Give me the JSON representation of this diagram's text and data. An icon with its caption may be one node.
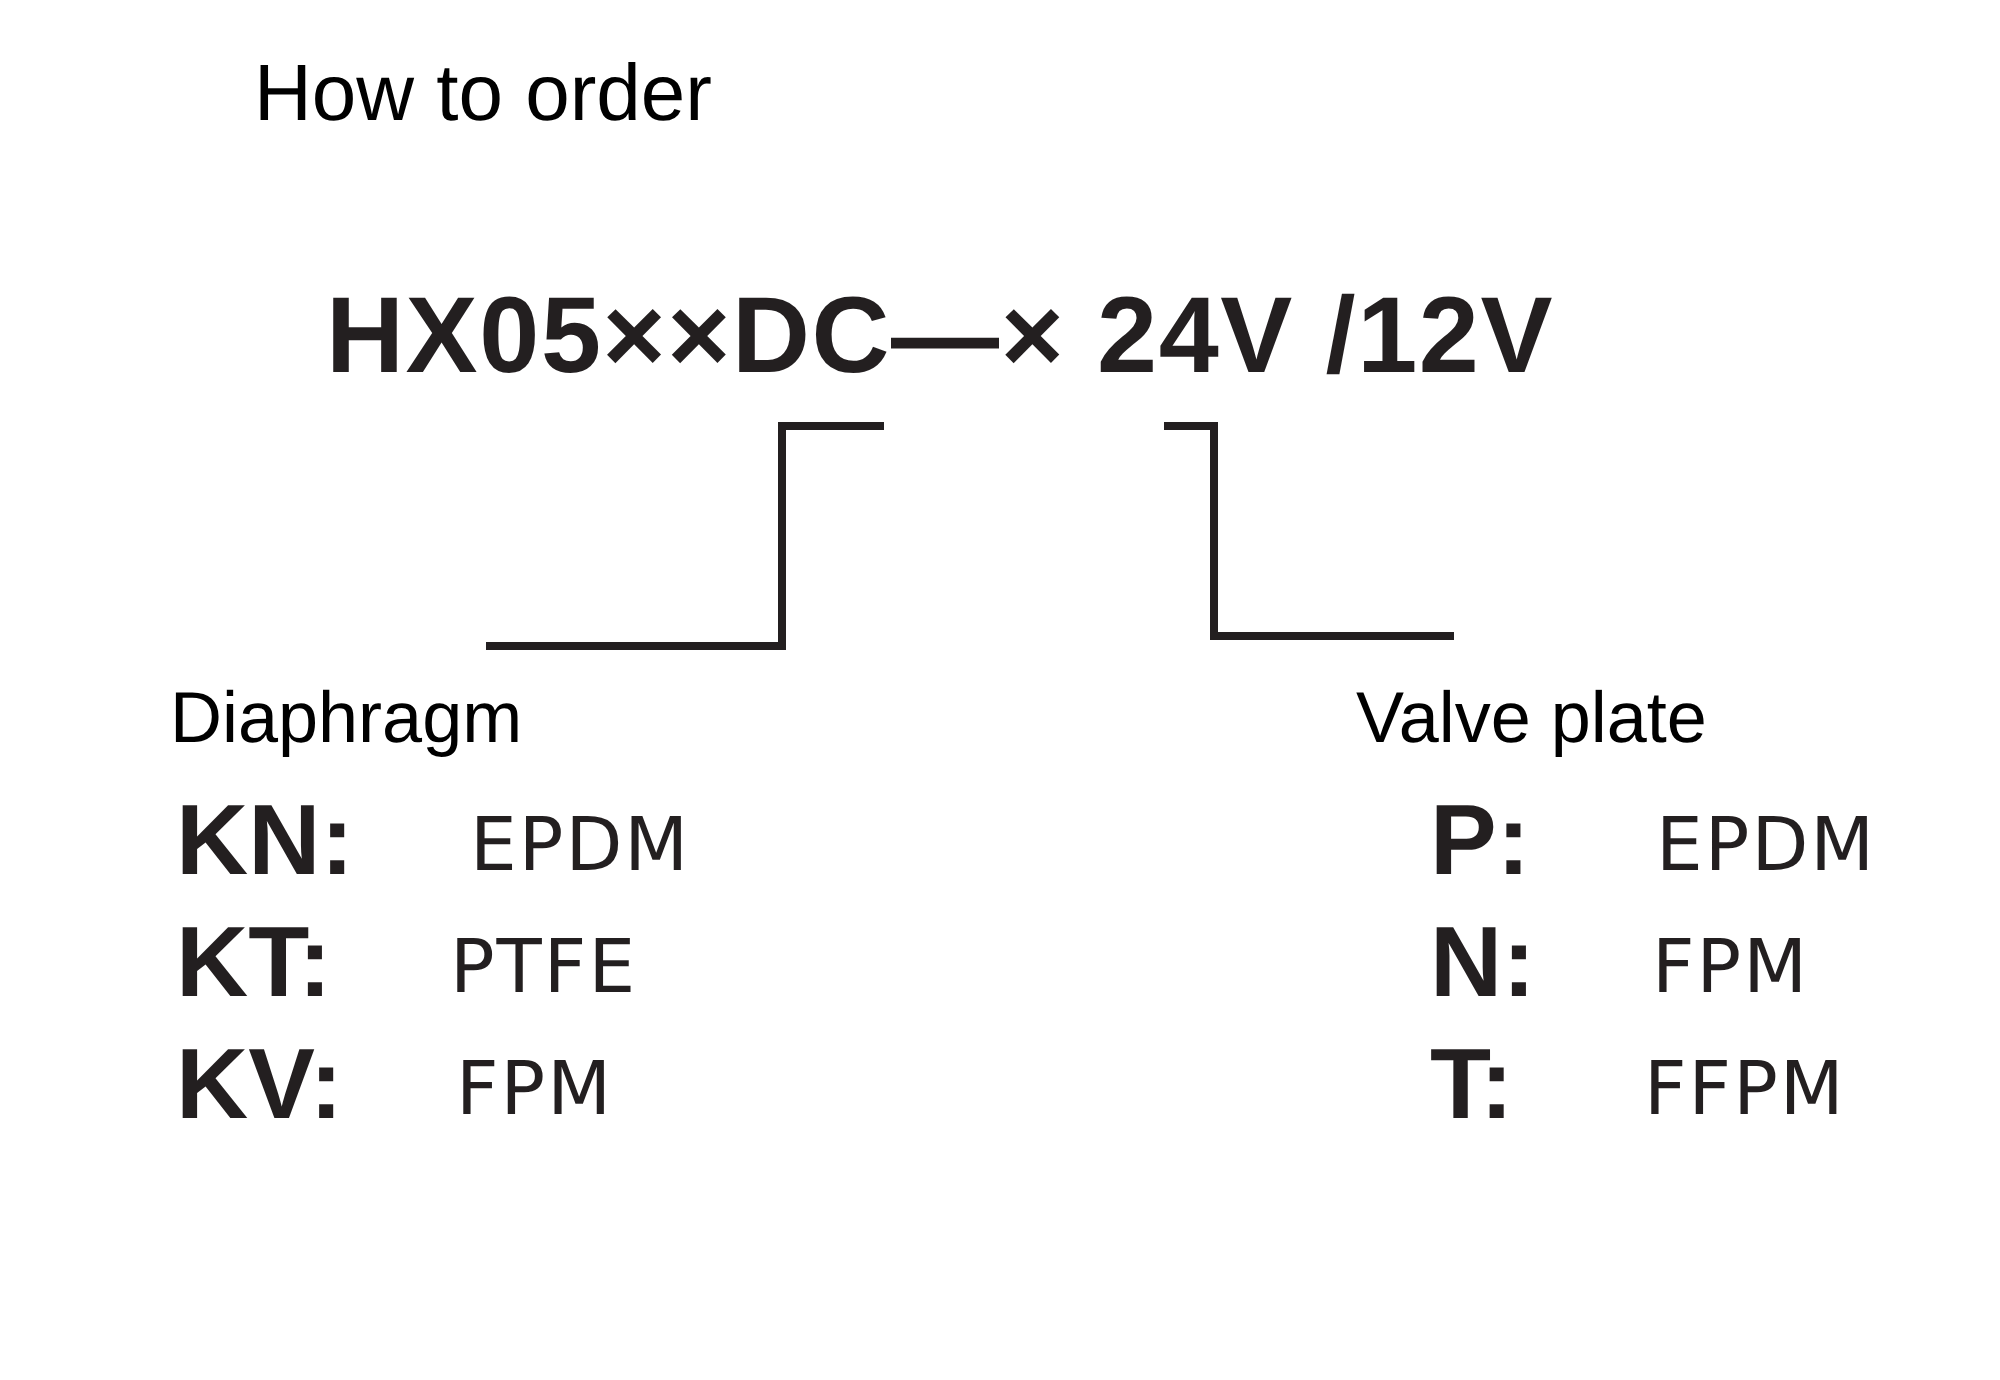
{
  "diagram": {
    "title": "How to order",
    "nodes": [
      {
        "text": [
          "HX05××DC—× 24V /12V"
        ]
      },
      {
        "text": [
          "Diaphragm"
        ]
      },
      {
        "text": [
          "Valve plate"
        ]
      }
    ],
    "edges": [
      {
        "from": 1,
        "to": 0,
        "arrow": "none"
      },
      {
        "from": 2,
        "to": 0,
        "arrow": "none"
      }
    ],
    "labels": [
      "KN:",
      "EPDM",
      "P:",
      "EPDM",
      "KT:",
      "PTFE",
      "N:",
      "FPM",
      "KV:",
      "FPM",
      "T:",
      "FFPM"
    ]
  }
}
